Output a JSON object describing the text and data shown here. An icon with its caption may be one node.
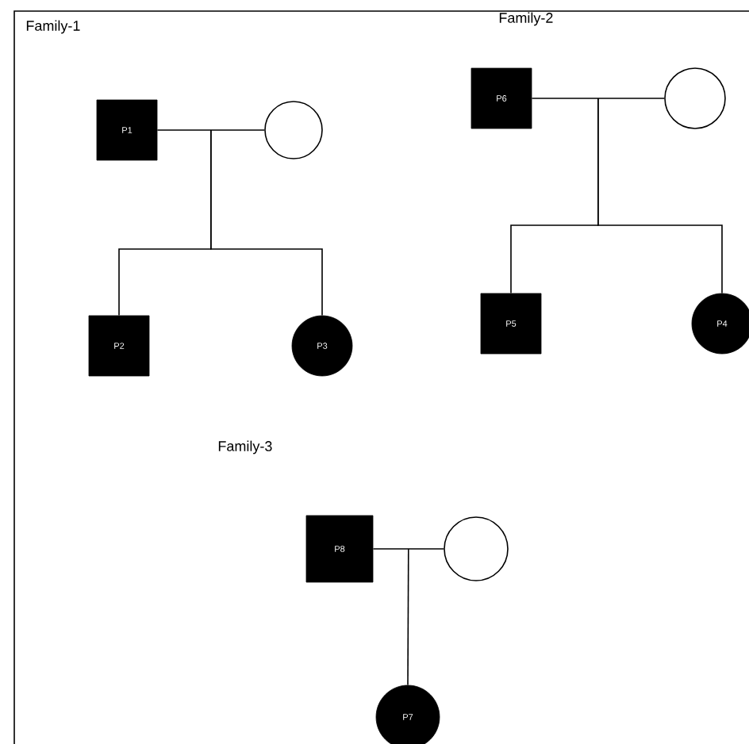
{
  "diagram": {
    "nodes": [
      {
        "text": [
          "P1"
        ]
      },
      {
        "text": [],
        "shape": "circle"
      },
      {
        "text": [
          "P2"
        ]
      },
      {
        "text": [
          "P3"
        ]
      },
      {
        "text": [
          "P6"
        ]
      },
      {
        "text": [],
        "shape": "circle"
      },
      {
        "text": [
          "P5"
        ]
      },
      {
        "text": [
          "P4"
        ]
      },
      {
        "text": [
          "P8"
        ]
      },
      {
        "text": [],
        "shape": "circle"
      },
      {
        "text": [
          "P7"
        ]
      }
    ],
    "edges": [
      {
        "from": 0,
        "to": 1,
        "arrow": "none"
      },
      {
        "from": 0,
        "to": 2,
        "arrow": "none"
      },
      {
        "from": 1,
        "to": 2,
        "arrow": "none"
      },
      {
        "from": 0,
        "to": 3,
        "arrow": "none"
      },
      {
        "from": 1,
        "to": 3,
        "arrow": "none"
      },
      {
        "from": 4,
        "to": 5,
        "arrow": "none"
      },
      {
        "from": 4,
        "to": 6,
        "arrow": "none"
      },
      {
        "from": 5,
        "to": 6,
        "arrow": "none"
      },
      {
        "from": 4,
        "to": 7,
        "arrow": "none"
      },
      {
        "from": 5,
        "to": 7,
        "arrow": "none"
      },
      {
        "from": 8,
        "to": 9,
        "arrow": "none"
      },
      {
        "from": 8,
        "to": 10,
        "arrow": "none"
      },
      {
        "from": 9,
        "to": 10,
        "arrow": "none"
      }
    ],
    "labels": [
      "Family-1",
      "Family-2",
      "Family-3"
    ]
  }
}
